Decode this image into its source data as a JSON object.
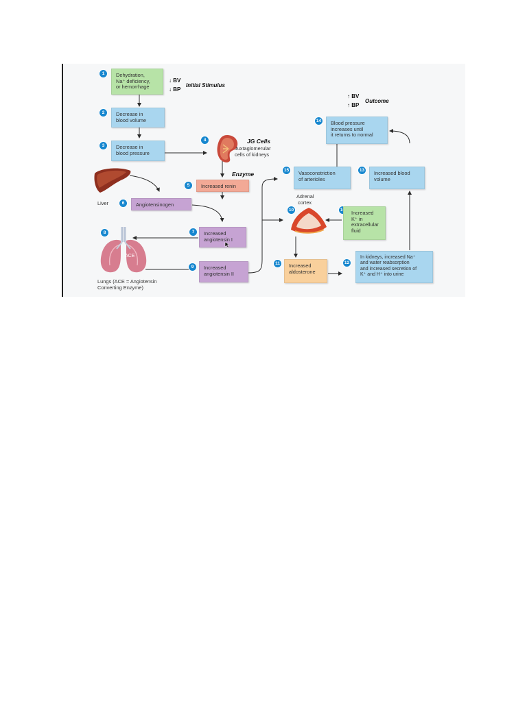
{
  "steps": [
    {
      "n": "1",
      "lines": [
        "Dehydration,",
        "Na⁺ deficiency,",
        "or hemorrhage"
      ]
    },
    {
      "n": "2",
      "lines": [
        "Decrease in",
        "blood volume"
      ]
    },
    {
      "n": "3",
      "lines": [
        "Decrease in",
        "blood pressure"
      ]
    },
    {
      "n": "4"
    },
    {
      "n": "5",
      "lines": [
        "Increased renin"
      ]
    },
    {
      "n": "6",
      "lines": [
        "Angiotensinogen"
      ]
    },
    {
      "n": "7",
      "lines": [
        "Increased",
        "angiotensin I"
      ]
    },
    {
      "n": "8"
    },
    {
      "n": "9",
      "lines": [
        "Increased",
        "angiotensin II"
      ]
    },
    {
      "n": "10"
    },
    {
      "n": "11",
      "lines": [
        "Increased",
        "aldosterone"
      ]
    },
    {
      "n": "12",
      "lines": [
        "In kidneys, increased Na⁺",
        "and water reabsorption",
        "and increased secretion of",
        "K⁺ and H⁺ into urine"
      ]
    },
    {
      "n": "13",
      "lines": [
        "Increased blood",
        "volume"
      ]
    },
    {
      "n": "14",
      "lines": [
        "Blood pressure",
        "increases until",
        "it returns to normal"
      ]
    },
    {
      "n": "15",
      "lines": [
        "Vasoconstriction",
        "of arterioles"
      ]
    },
    {
      "n": "16",
      "lines": [
        "Increased",
        "K⁺ in",
        "extracellular",
        "fluid"
      ]
    }
  ],
  "labels": {
    "bv_down": "↓ BV",
    "bp_down": "↓ BP",
    "initial_stimulus": "Initial Stimulus",
    "bv_up": "↑ BV",
    "bp_up": "↑ BP",
    "outcome": "Outcome",
    "jg_title": "JG Cells",
    "jg_sub1": "Juxtaglomerular",
    "jg_sub2": "cells of kidneys",
    "enzyme": "Enzyme",
    "liver": "Liver",
    "adrenal1": "Adrenal",
    "adrenal2": "cortex",
    "ace": "ACE",
    "lungs1": "Lungs (ACE = Angiotensin",
    "lungs2": "Converting Enzyme)"
  },
  "colors": {
    "green": "#b7e3a7",
    "blue": "#a9d6ef",
    "pink": "#f2a996",
    "purple": "#c6a3d3",
    "orange": "#f9d09c",
    "badge": "#1787cf",
    "arrow": "#2b2b2b"
  },
  "icons": [
    "kidney-icon",
    "liver-icon",
    "adrenal-gland-icon",
    "lungs-icon",
    "cursor-icon"
  ]
}
